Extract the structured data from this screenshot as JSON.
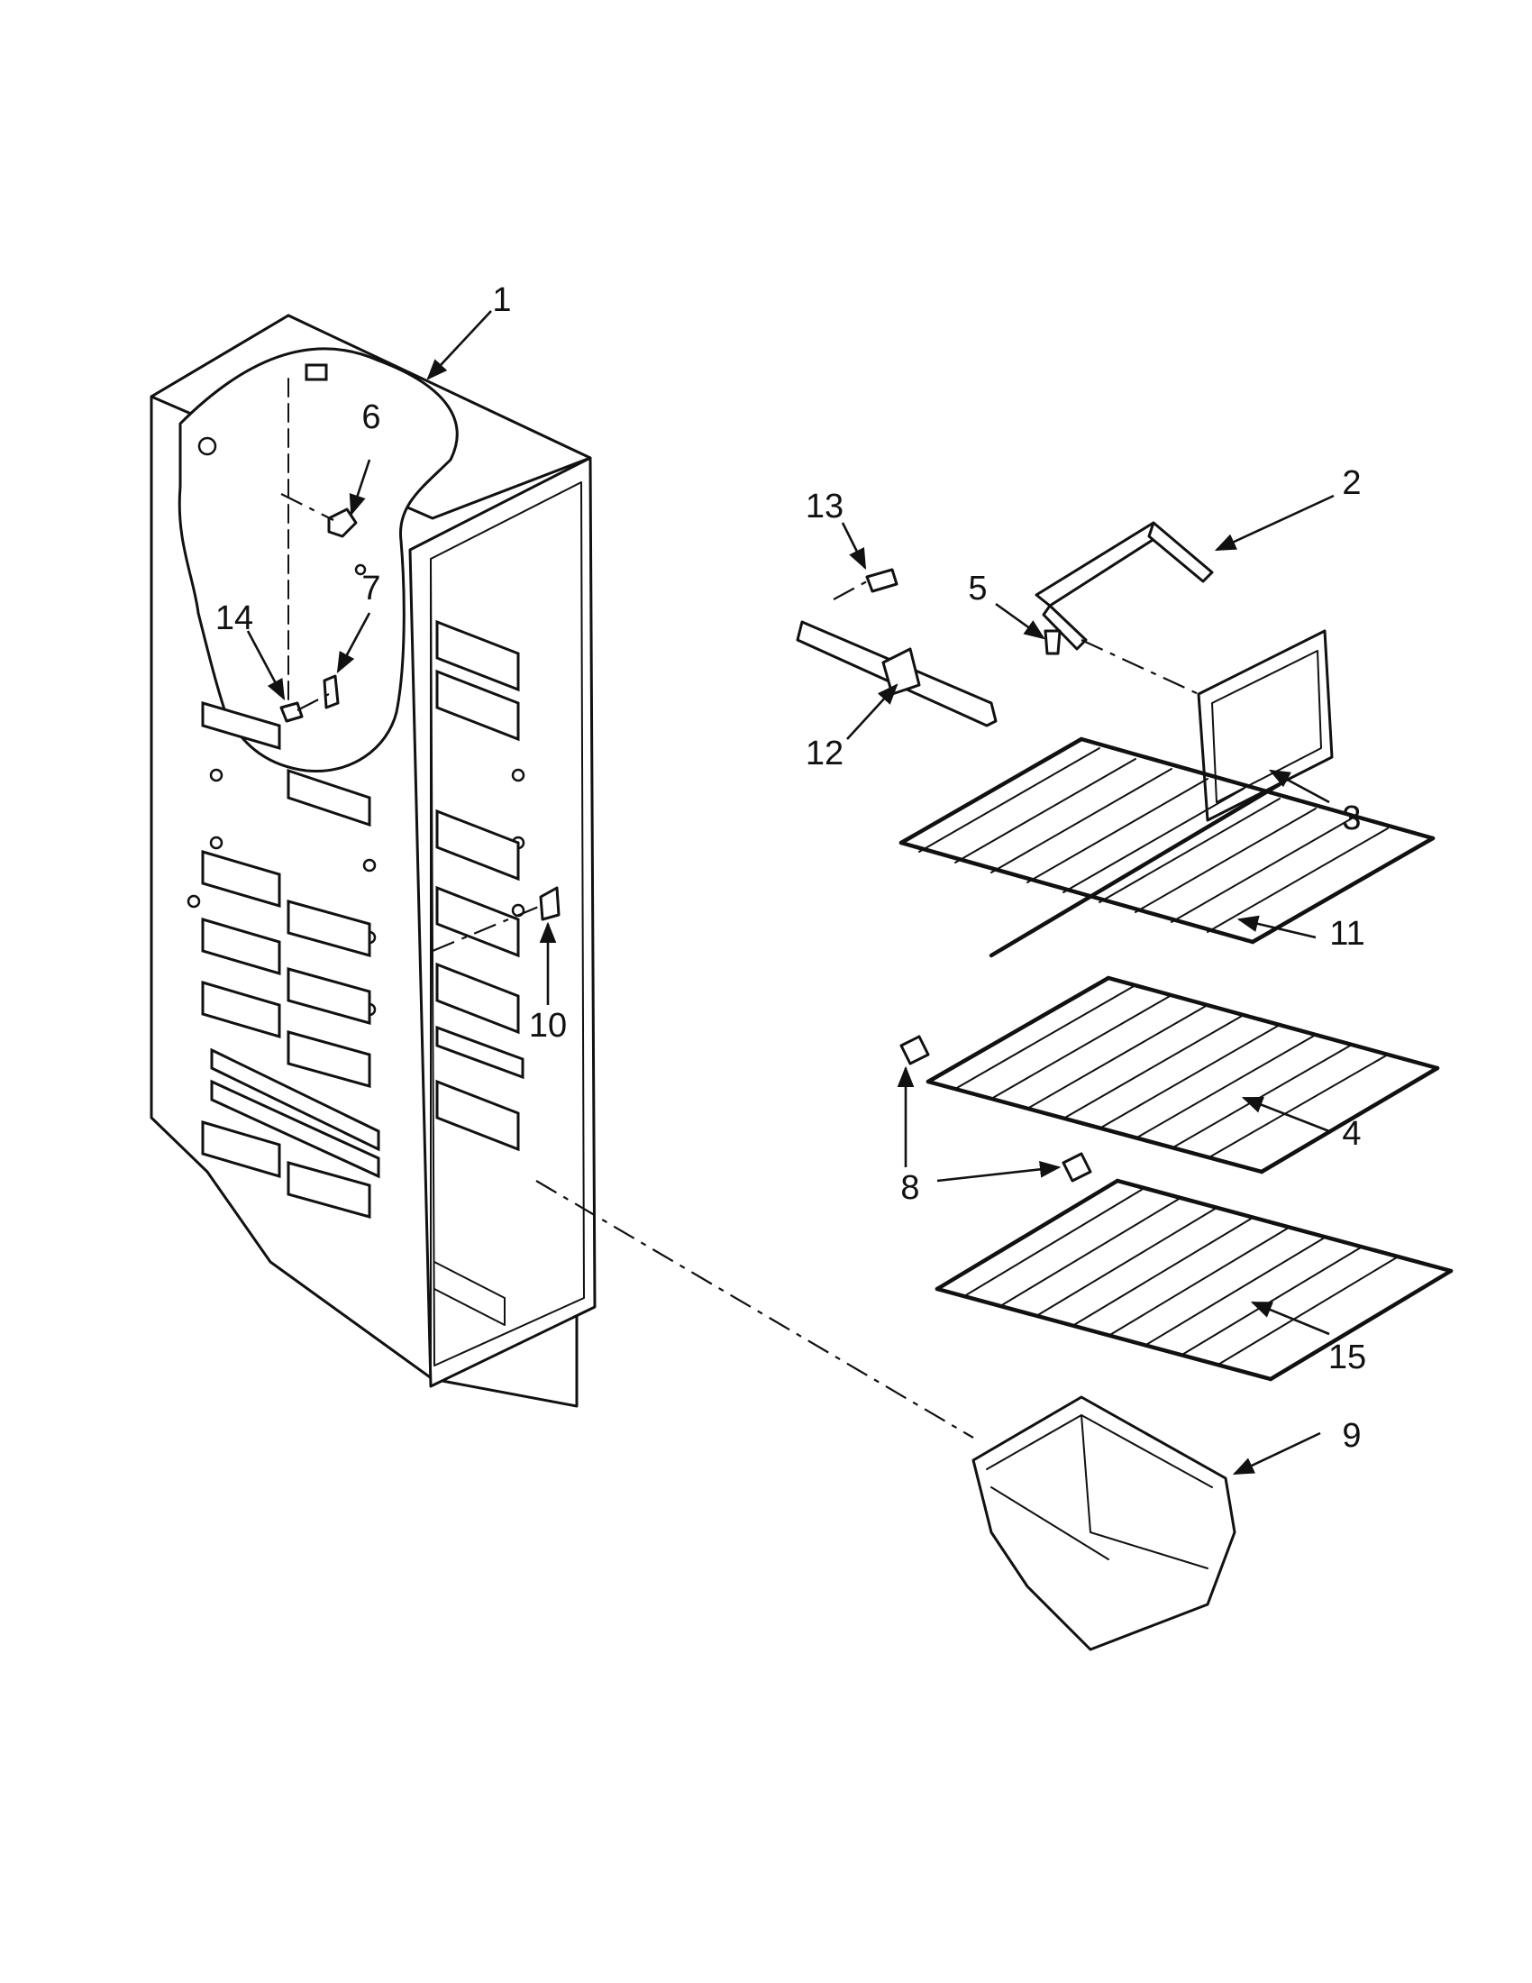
{
  "callouts": [
    {
      "label": "1"
    },
    {
      "label": "2"
    },
    {
      "label": "3"
    },
    {
      "label": "4"
    },
    {
      "label": "5"
    },
    {
      "label": "6"
    },
    {
      "label": "7"
    },
    {
      "label": "8"
    },
    {
      "label": "9"
    },
    {
      "label": "10"
    },
    {
      "label": "11"
    },
    {
      "label": "12"
    },
    {
      "label": "13"
    },
    {
      "label": "14"
    },
    {
      "label": "15"
    }
  ],
  "colors": {
    "line": "#111111",
    "background": "#ffffff"
  }
}
